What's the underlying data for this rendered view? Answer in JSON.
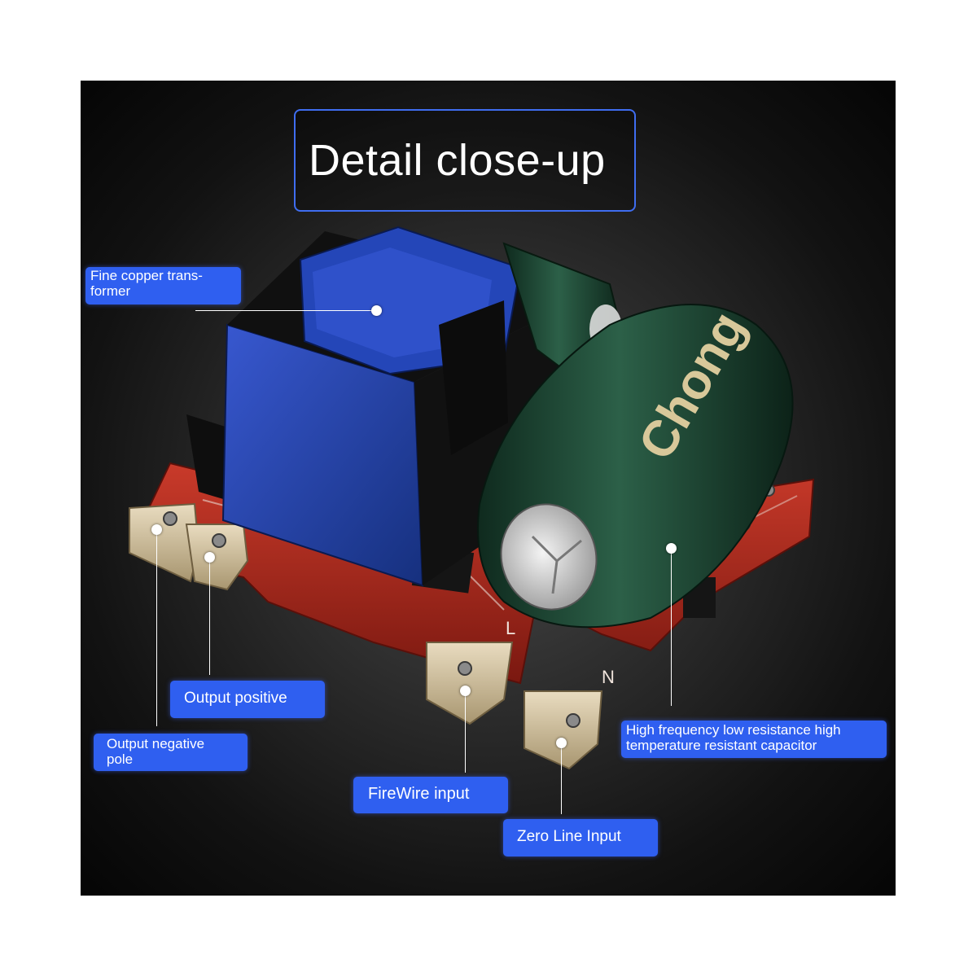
{
  "title": "Detail close-up",
  "callouts": {
    "transformer": {
      "line1": "Fine copper trans-",
      "line2": "former"
    },
    "output_positive": "Output positive",
    "output_negative": {
      "line1": "Output negative",
      "line2": "pole"
    },
    "firewire_input": "FireWire input",
    "zero_line_input": "Zero Line Input",
    "capacitor": {
      "line1": "High frequency low resistance high",
      "line2": "temperature resistant capacitor"
    }
  },
  "board_markings": {
    "terminal_l": "L",
    "terminal_n": "N",
    "capacitor_brand": "Chong"
  },
  "colors": {
    "background": "#111111",
    "callout_fill": "#2f5ff0",
    "title_border": "#3f6df0",
    "pcb": "#b8281c",
    "transformer": "#1f3fb0",
    "capacitor": "#1e4a36"
  }
}
